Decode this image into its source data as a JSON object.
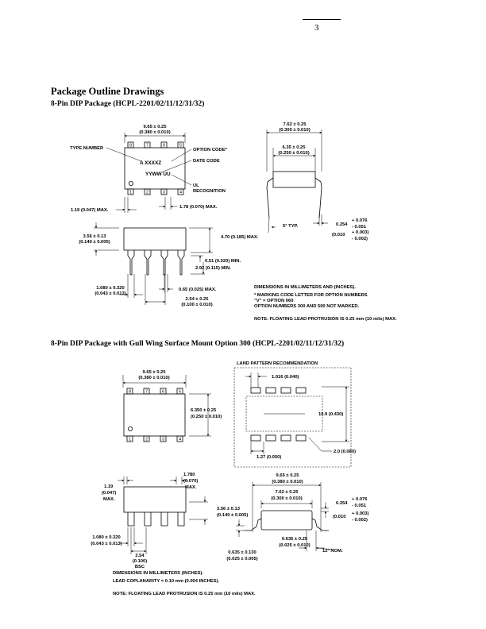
{
  "page_number": "3",
  "section_title": "Package Outline Drawings",
  "dip_title": "8-Pin DIP Package (HCPL-2201/02/11/12/31/32)",
  "gull_title": "8-Pin DIP Package with Gull Wing Surface Mount Option 300 (HCPL-2201/02/11/12/31/32)",
  "pin_labels_top": [
    "8",
    "7",
    "6",
    "5"
  ],
  "pin_labels_bottom": [
    "1",
    "2",
    "3",
    "4"
  ],
  "dip": {
    "top_width": "9.65 ± 0.25",
    "top_width_in": "(0.380 ± 0.010)",
    "type_number": "TYPE NUMBER",
    "option_code": "OPTION CODE*",
    "date_code": "DATE CODE",
    "ul": "UL",
    "recognition": "RECOGNITION",
    "marking_line1": "A XXXXZ",
    "marking_line2": "YYWW UU",
    "pin_edge": "1.19 (0.047) MAX.",
    "pin_pitch_max": "1.78 (0.070) MAX.",
    "end_outer": "7.62 ± 0.25",
    "end_outer_in": "(0.300 ± 0.010)",
    "end_inner": "6.35 ± 0.25",
    "end_inner_in": "(0.250 ± 0.010)",
    "angle": "5° TYP.",
    "lead_thk": "0.254",
    "lead_thk_plus": "+ 0.076",
    "lead_thk_minus": "- 0.051",
    "lead_thk_in": "(0.010",
    "lead_thk_in_plus": "+ 0.003)",
    "lead_thk_in_minus": "- 0.002)",
    "body_height": "3.56 ± 0.13",
    "body_height_in": "(0.140 ± 0.005)",
    "total_height": "4.70 (0.185) MAX.",
    "standoff": "0.51 (0.020) MIN.",
    "lead_length": "2.92 (0.115) MIN.",
    "shoulder": "1.080 ± 0.320",
    "shoulder_in": "(0.043 ± 0.013)",
    "lead_width": "0.65 (0.025) MAX.",
    "pitch": "2.54 ± 0.25",
    "pitch_in": "(0.100 ± 0.010)",
    "notes": [
      "DIMENSIONS IN MILLIMETERS AND (INCHES).",
      "* MARKING CODE LETTER FOR OPTION NUMBERS",
      "\"V\" = OPTION 060",
      "OPTION NUMBERS 300 AND 500 NOT MARKED."
    ],
    "note_floating": "NOTE: FLOATING LEAD PROTRUSION IS 0.25 mm (10 mils) MAX."
  },
  "gull": {
    "top_width": "9.65 ± 0.25",
    "top_width_in": "(0.380 ± 0.010)",
    "land_title": "LAND PATTERN RECOMMENDATION",
    "pad_width": "1.016 (0.040)",
    "body_w": "6.350 ± 0.25",
    "body_w_in": "(0.250 ± 0.010)",
    "land_height": "10.9 (0.430)",
    "pad_pitch": "1.27 (0.050)",
    "pad_len": "2.0 (0.080)",
    "edge": "1.19",
    "edge_in": "(0.047)",
    "edge_max": "MAX.",
    "pitch_max": "1.780",
    "pitch_max_in": "(0.070)",
    "pitch_max_lbl": "MAX.",
    "height": "3.56 ± 0.13",
    "height_in": "(0.140 ± 0.005)",
    "shoulder": "1.080 ± 0.320",
    "shoulder_in": "(0.043 ± 0.013)",
    "pitch": "2.54",
    "pitch_in": "(0.100)",
    "pitch_bsc": "BSC",
    "end_outer": "9.65 ± 0.25",
    "end_outer_in": "(0.380 ± 0.010)",
    "end_inner": "7.62 ± 0.25",
    "end_inner_in": "(0.300 ± 0.010)",
    "lead_thk": "0.254",
    "lead_thk_plus": "+ 0.076",
    "lead_thk_minus": "- 0.051",
    "lead_thk_in": "(0.010",
    "lead_thk_in_plus": "+ 0.003)",
    "lead_thk_in_minus": "- 0.002)",
    "foot": "0.635 ± 0.25",
    "foot_in": "(0.025 ± 0.010)",
    "angle": "12° NOM.",
    "standoff": "0.635 ± 0.130",
    "standoff_in": "(0.025 ± 0.005)",
    "note_dims": "DIMENSIONS IN MILLIMETERS (INCHES).",
    "note_coplanarity": "LEAD COPLANARITY = 0.10 mm (0.004 INCHES).",
    "note_floating": "NOTE: FLOATING LEAD PROTRUSION IS 0.25 mm (10 mils) MAX."
  }
}
